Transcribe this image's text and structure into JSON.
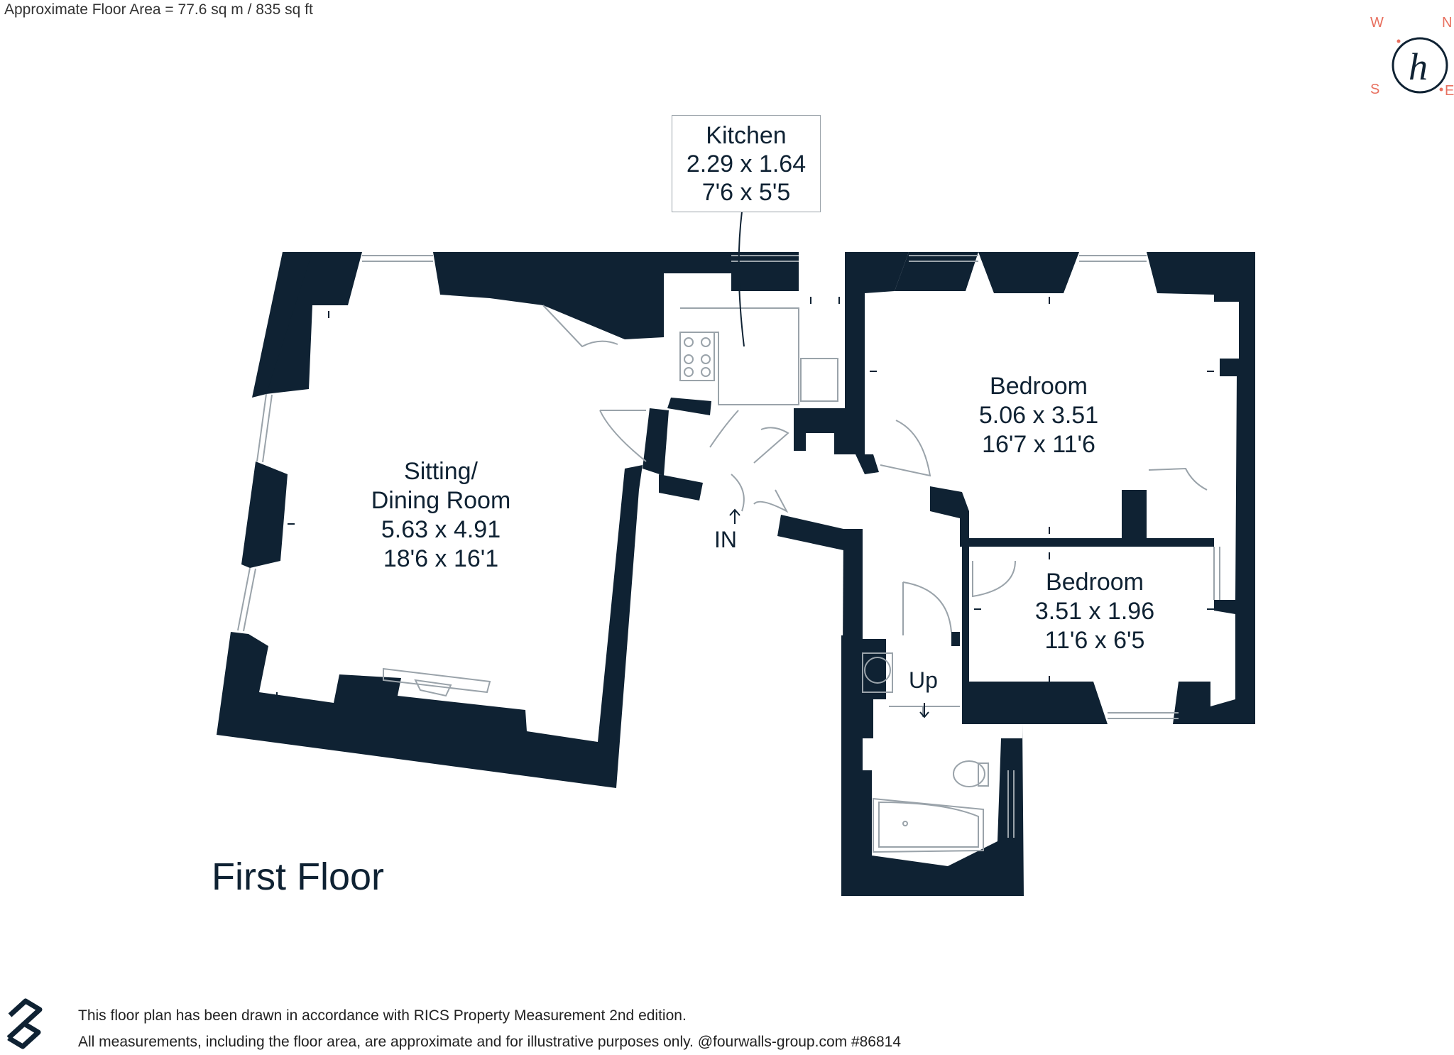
{
  "header": {
    "area_note": "Approximate Floor Area = 77.6 sq m / 835 sq ft"
  },
  "compass": {
    "labels": {
      "w": "W",
      "n": "N",
      "s": "S",
      "e": "E"
    },
    "logo_letter": "h",
    "label_color": "#e8705f",
    "ring_color": "#0f2233"
  },
  "colors": {
    "wall": "#0f2233",
    "fixture": "#9aa3aa"
  },
  "rooms": {
    "kitchen": {
      "name": "Kitchen",
      "metric": "2.29 x 1.64",
      "imperial": "7'6 x 5'5"
    },
    "sitting": {
      "name_line1": "Sitting/",
      "name_line2": "Dining Room",
      "metric": "5.63 x 4.91",
      "imperial": "18'6 x 16'1"
    },
    "bedroom1": {
      "name": "Bedroom",
      "metric": "5.06 x 3.51",
      "imperial": "16'7 x 11'6"
    },
    "bedroom2": {
      "name": "Bedroom",
      "metric": "3.51 x 1.96",
      "imperial": "11'6 x 6'5"
    }
  },
  "labels": {
    "entrance": "IN",
    "stairs": "Up"
  },
  "floor_title": "First Floor",
  "footer": {
    "line1": "This floor plan has been drawn in accordance with RICS Property Measurement 2nd edition.",
    "line2": "All measurements, including the floor area, are approximate and for illustrative purposes only. @fourwalls-group.com #86814"
  }
}
